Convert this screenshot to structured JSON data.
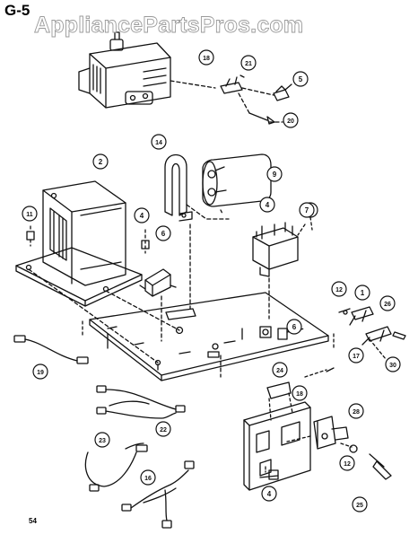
{
  "header": {
    "section_label": "G-5",
    "watermark_text": "AppliancePartsPros.com"
  },
  "footer": {
    "page_number": "54"
  },
  "callouts": [
    "1",
    "2",
    "4",
    "4",
    "4",
    "4",
    "5",
    "6",
    "6",
    "7",
    "9",
    "11",
    "12",
    "12",
    "14",
    "16",
    "17",
    "18",
    "18",
    "19",
    "20",
    "21",
    "22",
    "23",
    "24",
    "25",
    "26",
    "28",
    "30"
  ],
  "colors": {
    "line": "#111111",
    "background": "#ffffff",
    "watermark": "#9a9a9a"
  }
}
